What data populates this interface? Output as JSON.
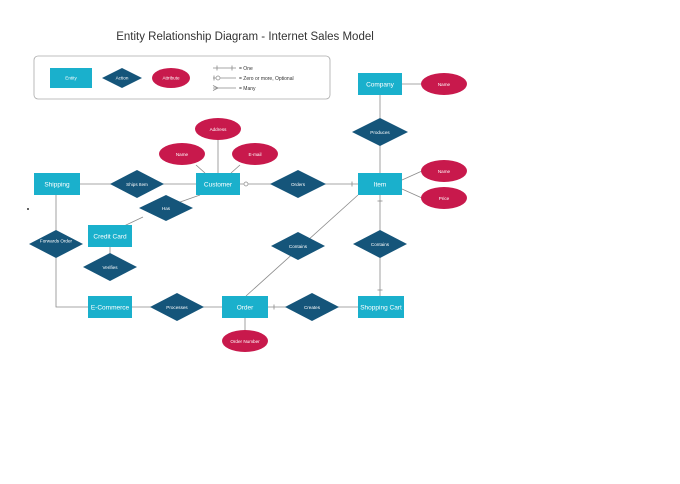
{
  "diagram": {
    "title": "Entity Relationship Diagram - Internet Sales Model",
    "colors": {
      "entity": "#1ab0cc",
      "action": "#15557a",
      "attribute": "#c8194c",
      "line": "#8a8a8a"
    },
    "legend": {
      "entity": "Entity",
      "action": "Action",
      "attribute": "Attribute",
      "one": "= One",
      "zero_or_more": "= Zero or more, Optional",
      "many": "= Many"
    },
    "entities": {
      "company": "Company",
      "shipping": "Shipping",
      "customer": "Customer",
      "item": "Item",
      "credit_card": "Credit Card",
      "ecommerce": "E-Commerce",
      "order": "Order",
      "shopping_cart": "Shopping Cart"
    },
    "actions": {
      "produces": "Produces",
      "ships_item": "Ships Item",
      "orders": "Orders",
      "has": "Has",
      "forwards_order": "Forwards Order",
      "verifies": "Verifies",
      "contains_order": "Contains",
      "contains_cart": "Contains",
      "processes": "Processes",
      "creates": "Creates"
    },
    "attributes": {
      "company_name": "Name",
      "address": "Address",
      "customer_name": "Name",
      "email": "E-mail",
      "item_name": "Name",
      "price": "Price",
      "order_number": "Order Number"
    }
  }
}
